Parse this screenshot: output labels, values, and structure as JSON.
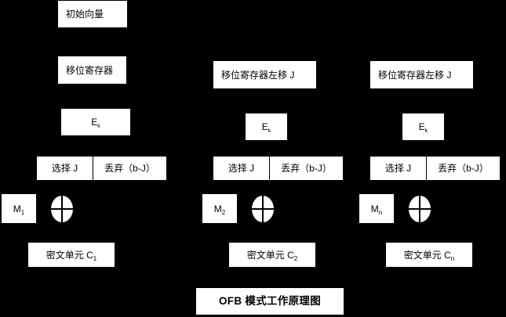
{
  "diagram": {
    "title": "OFB 模式工作原理图",
    "background_color": "#000000",
    "box_fill_color": "#ffffff",
    "box_text_color": "#000000",
    "columns": [
      {
        "id": "column-1",
        "initial_vector": "初始向量",
        "shift_register": "移位寄存器",
        "encrypt": "E",
        "encrypt_subscript": "k",
        "select": "选择 J",
        "discard": "丢弃（b-J）",
        "message": "M",
        "message_subscript": "1",
        "xor_symbol": "xor-circle",
        "ciphertext": "密文单元 C",
        "ciphertext_subscript": "1"
      },
      {
        "id": "column-2",
        "shift_register": "移位寄存器左移 J",
        "encrypt": "E",
        "encrypt_subscript": "k",
        "select": "选择 J",
        "discard": "丢弃（b-J）",
        "message": "M",
        "message_subscript": "2",
        "xor_symbol": "xor-circle",
        "ciphertext": "密文单元 C",
        "ciphertext_subscript": "2"
      },
      {
        "id": "column-3",
        "shift_register": "移位寄存器左移 J",
        "encrypt": "E",
        "encrypt_subscript": "k",
        "select": "选择 J",
        "discard": "丢弃（b-J）",
        "message": "M",
        "message_subscript": "n",
        "xor_symbol": "xor-circle",
        "ciphertext": "密文单元 C",
        "ciphertext_subscript": "n"
      }
    ]
  }
}
